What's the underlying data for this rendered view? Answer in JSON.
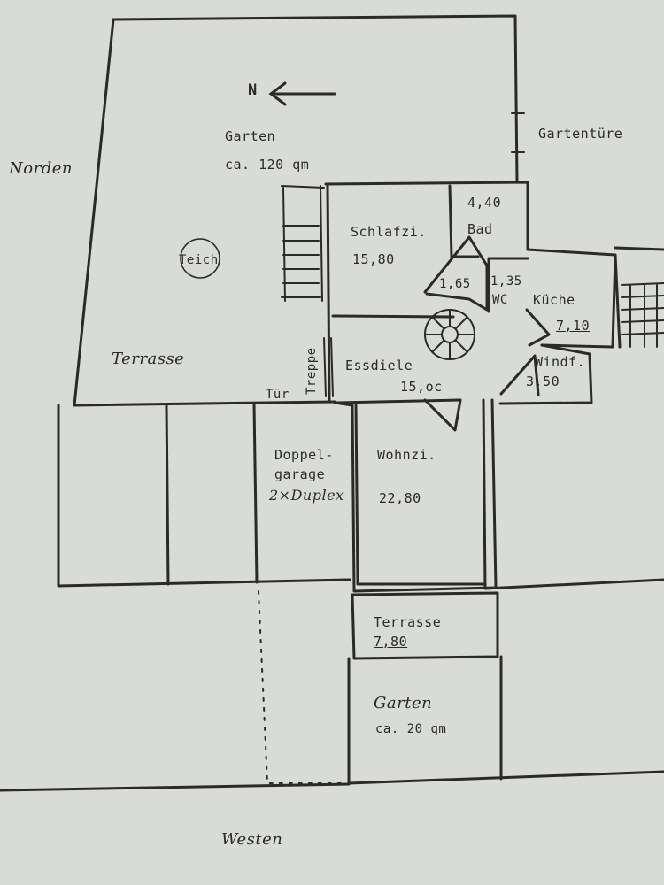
{
  "compass": {
    "north_symbol": "N"
  },
  "directions": {
    "north": "Norden",
    "west": "Westen"
  },
  "exterior": {
    "garden_top": {
      "name": "Garten",
      "area": "ca. 120 qm"
    },
    "garden_gate": "Gartentüre",
    "pond": "Teich",
    "terrace_left": "Terrasse",
    "door": "Tür",
    "stairs": "Treppe",
    "garage": {
      "line1": "Doppel-",
      "line2": "garage",
      "line3": "2×Duplex"
    },
    "terrace_bottom": {
      "name": "Terrasse",
      "area": "7,80"
    },
    "garden_bottom": {
      "name": "Garten",
      "area": "ca. 20 qm"
    }
  },
  "rooms": {
    "bedroom": {
      "name": "Schlafzi.",
      "area": "15,80"
    },
    "bath": {
      "name": "Bad",
      "area": "4,40"
    },
    "hall_small": {
      "area": "1,65"
    },
    "wc": {
      "name": "WC",
      "area": "1,35"
    },
    "kitchen": {
      "name": "Küche",
      "area": "7,10"
    },
    "dining": {
      "name": "Essdiele",
      "area": "15,oc"
    },
    "vestibule": {
      "name": "Windf.",
      "area": "3.50"
    },
    "living": {
      "name": "Wohnzi.",
      "area": "22,80"
    }
  },
  "colors": {
    "paper": "#d9dbd6",
    "ink": "#2a2a2a"
  }
}
